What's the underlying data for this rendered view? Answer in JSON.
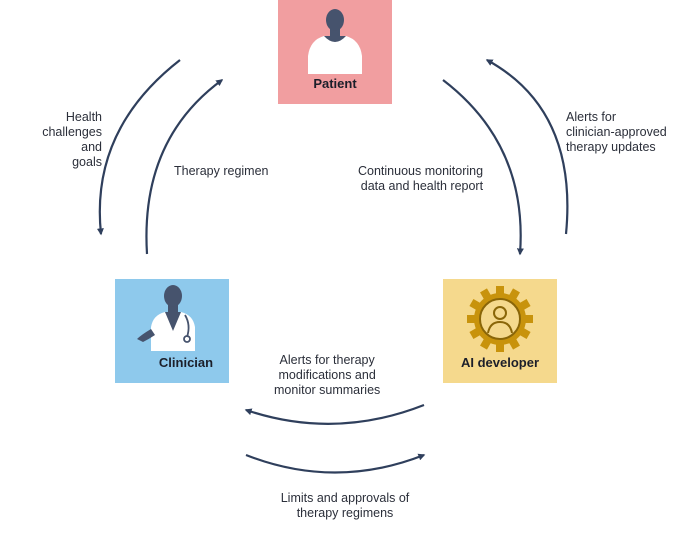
{
  "nodes": {
    "patient": {
      "label": "Patient",
      "color": "#f19ea0",
      "icon": "patient-person-icon"
    },
    "clinician": {
      "label": "Clinician",
      "color": "#8ec9ec",
      "icon": "clinician-doctor-icon"
    },
    "ai_developer": {
      "label": "AI developer",
      "color": "#f5d98d",
      "icon": "gear-person-icon"
    }
  },
  "flows": {
    "health_challenges": "Health\nchallenges and\ngoals",
    "therapy_regimen": "Therapy regimen",
    "monitoring": "Continuous monitoring\ndata and health report",
    "alerts_updates": "Alerts for\nclinician-approved\ntherapy updates",
    "alerts_modifications": "Alerts for therapy\nmodifications and\nmonitor summaries",
    "limits_approvals": "Limits and approvals of\ntherapy regimens"
  },
  "colors": {
    "arrow": "#2f3f5c",
    "figure": "#46536d"
  }
}
